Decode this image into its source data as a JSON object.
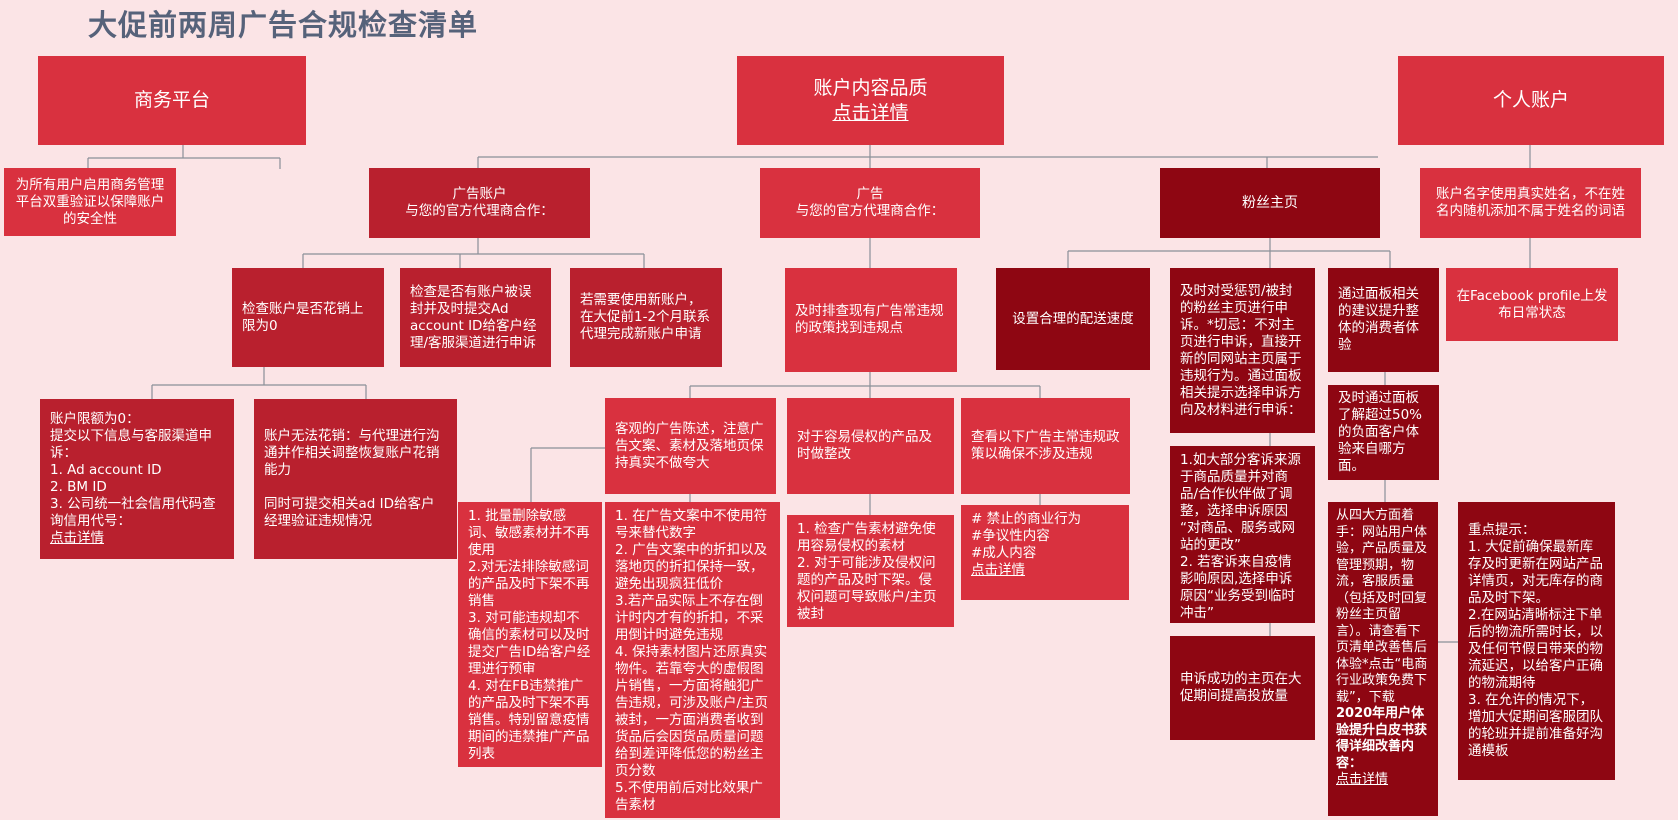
{
  "title": "大促前两周广告合规检查清单",
  "nodes": {
    "business": "商务平台",
    "account_quality": "账户内容品质",
    "account_quality_link": "点击详情",
    "personal": "个人账户",
    "bm_2fa": "为所有用户启用商务管理平台双重验证以保障账户的安全性",
    "ad_account_l1": "广告账户",
    "ad_account_l2": "与您的官方代理商合作：",
    "ads_l1": "广告",
    "ads_l2": "与您的官方代理商合作：",
    "fan_page": "粉丝主页",
    "real_name": "账户名字使用真实姓名，不在姓名内随机添加不属于姓名的词语",
    "check_limit": "检查账户是否花销上限为0",
    "check_banned": "检查是否有账户被误封并及时提交Ad account ID给客户经理/客服渠道进行申诉",
    "new_account": "若需要使用新账户，在大促前1-2个月联系代理完成新账户申请",
    "review_ads": "及时排查现有广告常违规的政策找到违规点",
    "delivery_speed": "设置合理的配送速度",
    "appeal": "及时对受惩罚/被封的粉丝主页进行申诉。*切忌：不对主页进行申诉，直接开新的同网站主页属于违规行为。通过面板相关提示选择申诉方向及材料进行申诉：",
    "panel_tips": "通过面板相关的建议提升整体的消费者体验",
    "profile_post": "在Facebook profile上发布日常状态",
    "limit_zero": {
      "lines": [
        "账户限额为0：",
        "提交以下信息与客服渠道申诉：",
        "1. Ad account ID",
        "2. BM ID",
        "3. 公司统一社会信用代码查询信用代号："
      ],
      "link": "点击详情"
    },
    "cannot_spend": {
      "p1": "账户无法花销：与代理进行沟通并作相关调整恢复账户花销能力",
      "p2": "同时可提交相关ad ID给客户经理验证违规情况"
    },
    "objective": "客观的广告陈述，注意广告文案、素材及落地页保持真实不做夸大",
    "ip_products": "对于容易侵权的产品及时做整改",
    "common_policies": "查看以下广告主常违规政策以确保不涉及违规",
    "batch_delete": [
      "1. 批量删除敏感词、敏感素材并不再使用",
      "2.对无法排除敏感词的产品及时下架不再销售",
      "3. 对可能违规却不确信的素材可以及时提交广告ID给客户经理进行预审",
      "4. 对在FB违禁推广的产品及时下架不再销售。特别留意疫情期间的违禁推广产品列表"
    ],
    "copy_rules": [
      "1. 在广告文案中不使用符号来替代数字",
      "2. 广告文案中的折扣以及落地页的折扣保持一致，避免出现疯狂低价",
      "3.若产品实际上不存在倒计时内才有的折扣，不采用倒计时避免违规",
      "4. 保持素材图片还原真实物件。若靠夸大的虚假图片销售，一方面将触犯广告违规，可涉及账户/主页被封，一方面消费者收到货品后会因货品质量问题给到差评降低您的粉丝主页分数",
      "5.不使用前后对比效果广告素材"
    ],
    "ip_rules": [
      "1. 检查广告素材避免使用容易侵权的素材",
      "2. 对于可能涉及侵权问题的产品及时下架。侵权问题可导致账户/主页被封"
    ],
    "policy_list": {
      "items": [
        "# 禁止的商业行为",
        "#争议性内容",
        "#成人内容"
      ],
      "link": "点击详情"
    },
    "appeal_reasons": [
      "1.如大部分客诉来源于商品质量并对商品/合作伙伴做了调整，选择申诉原因 “对商品、服务或网站的更改”",
      "2. 若客诉来自疫情影响原因,选择申诉原因“业务受到临时冲击”"
    ],
    "appeal_success": "申诉成功的主页在大促期间提高投放量",
    "negative_feedback": "及时通过面板了解超过50%的负面客户体验来自哪方面。",
    "four_aspects": {
      "text": "从四大方面着手：网站用户体验，产品质量及管理预期，物流，客服质量（包括及时回复粉丝主页留言）。请查看下页清单改善售后体验*点击“电商行业政策免费下载”，下载",
      "bold": "2020年用户体验提升白皮书获得详细改善内容：",
      "link": "点击详情"
    },
    "key_tips": [
      "重点提示：",
      "1. 大促前确保最新库存及时更新在网站产品详情页，对无库存的商品及时下架。",
      "2.在网站清晰标注下单后的物流所需时长，以及任何节假日带来的物流延迟，以给客户正确的物流期待",
      "3. 在允许的情况下，增加大促期间客服团队的轮班并提前准备好沟通模板"
    ]
  },
  "colors": {
    "background": "#fbe4e6",
    "primary": "#d9313f",
    "secondary": "#b9202e",
    "dark": "#8e0612",
    "title": "#56627a",
    "line": "#8a8f98"
  }
}
